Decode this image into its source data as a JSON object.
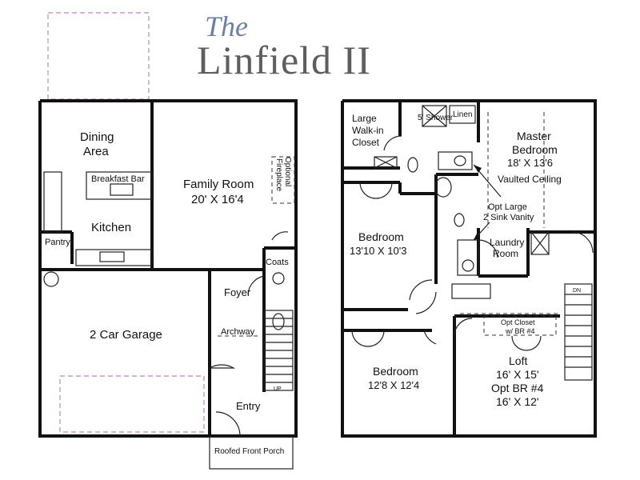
{
  "title": {
    "the": "The",
    "name": "Linfield II"
  },
  "first_floor": {
    "dining": [
      "Dining",
      "Area"
    ],
    "breakfast_bar": "Breakfast Bar",
    "family_room": "Family Room",
    "family_room_dims": "20' X 16'4",
    "fireplace": [
      "Optional",
      "Fireplace"
    ],
    "kitchen": "Kitchen",
    "pantry": "Pantry",
    "coats": "Coats",
    "foyer": "Foyer",
    "garage": "2 Car Garage",
    "archway": "Archway",
    "entry": "Entry",
    "porch": "Roofed Front Porch",
    "stair_up": "UP"
  },
  "second_floor": {
    "walk_in_closet": [
      "Large",
      "Walk-in",
      "Closet"
    ],
    "shower": "5' Shower",
    "linen": "Linen",
    "master": [
      "Master",
      "Bedroom"
    ],
    "master_dims": "18' X 13'6",
    "vaulted": "Vaulted Ceiling",
    "vanity_note": [
      "Opt Large",
      "2 Sink Vanity"
    ],
    "bedroom2": "Bedroom",
    "bedroom2_dims": "13'10 X 10'3",
    "laundry": [
      "Laundry",
      "Room"
    ],
    "opt_closet": [
      "Opt Closet",
      "w/ BR #4"
    ],
    "bedroom3": "Bedroom",
    "bedroom3_dims": "12'8 X 12'4",
    "loft": "Loft",
    "loft_dims": "16' X 15'",
    "opt_br4": "Opt BR #4",
    "opt_br4_dims": "16' X 12'",
    "stair_dn": "DN"
  }
}
